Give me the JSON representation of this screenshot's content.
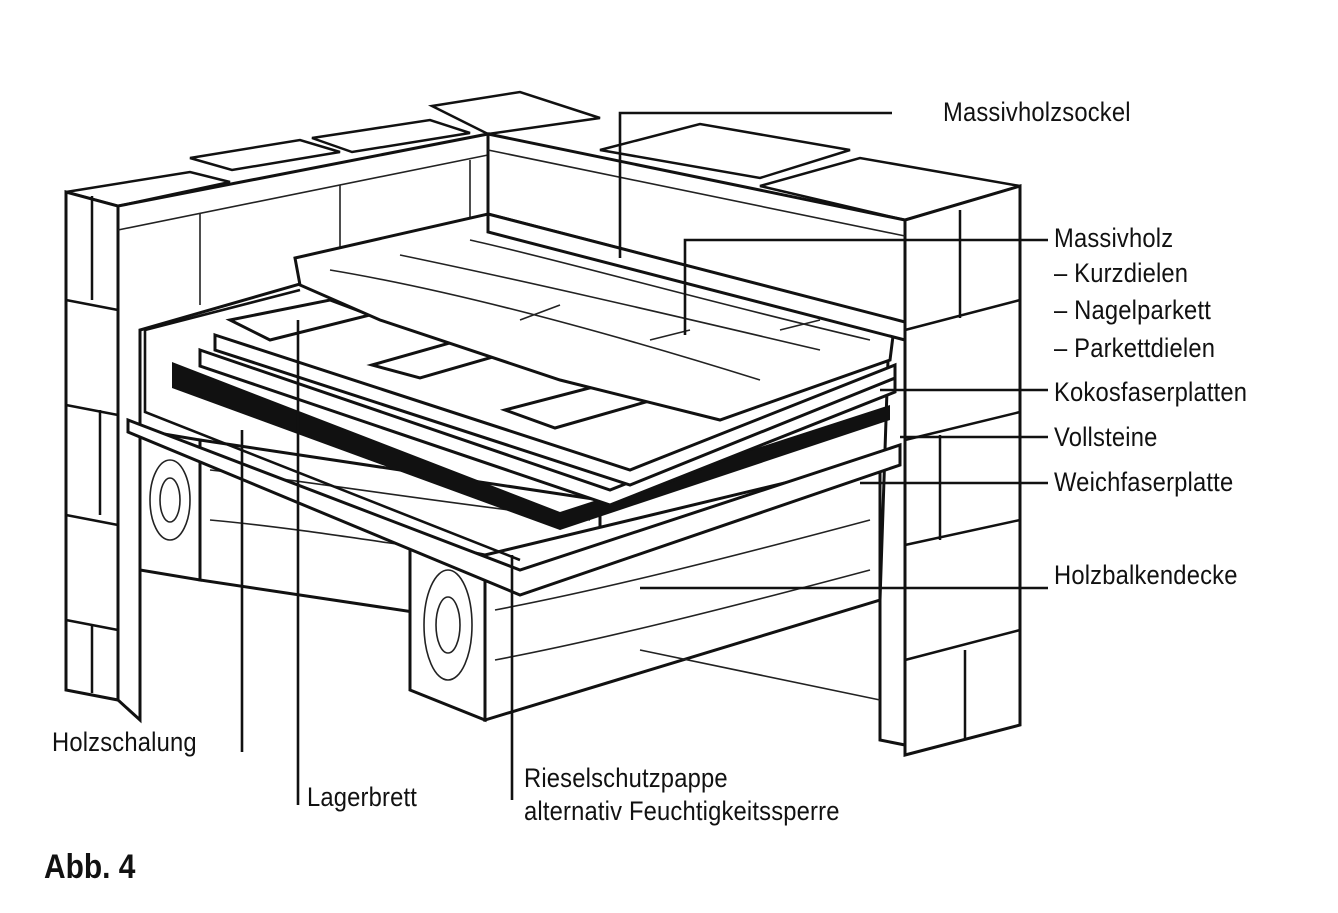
{
  "labels": {
    "massivholzsockel": "Massivholzsockel",
    "massivholz": "Massivholz",
    "kurzdielen": "– Kurzdielen",
    "nagelparkett": "– Nagelparkett",
    "parkettdielen": "– Parkettdielen",
    "kokosfaserplatten": "Kokosfaserplatten",
    "vollsteine": "Vollsteine",
    "weichfaserplatte": "Weichfaserplatte",
    "holzbalkendecke": "Holzbalkendecke",
    "holzschalung": "Holzschalung",
    "lagerbrett": "Lagerbrett",
    "rieselschutzpappe": "Rieselschutzpappe",
    "feuchtigkeitssperre": "alternativ Feuchtigkeitssperre"
  },
  "figure_number": "Abb. 4",
  "colors": {
    "ink": "#111111",
    "paper": "#ffffff"
  }
}
